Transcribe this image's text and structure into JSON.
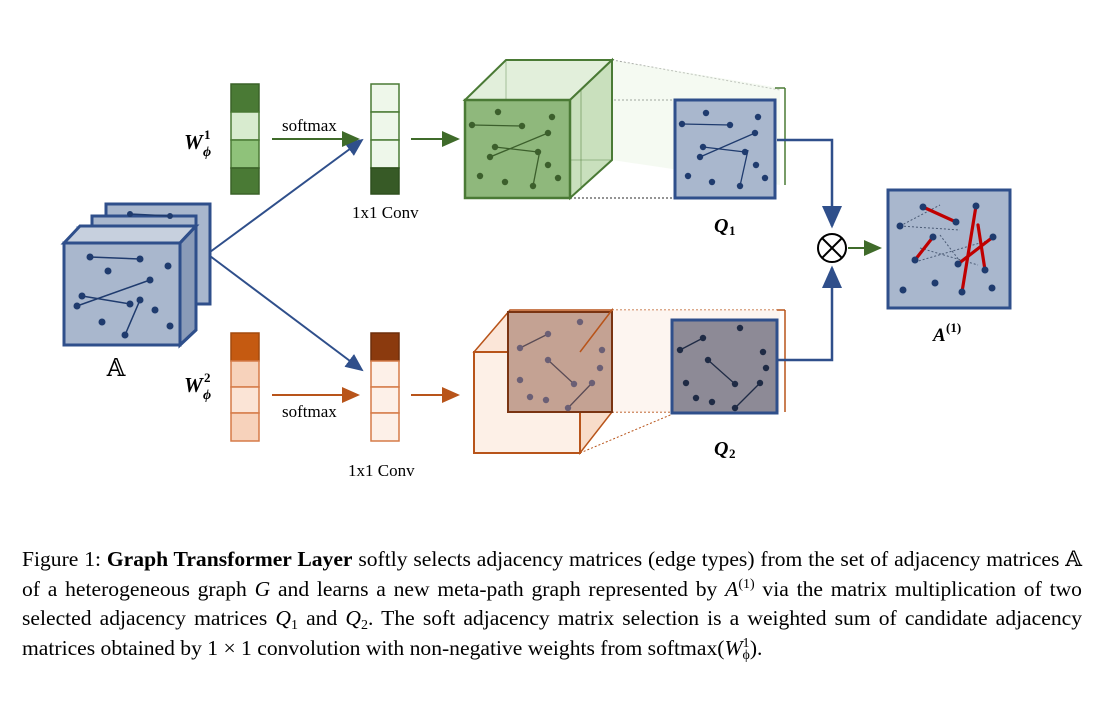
{
  "diagram": {
    "input_label": "𝔸",
    "weight_top": {
      "base": "W",
      "sup": "1",
      "sub": "ϕ"
    },
    "weight_bottom": {
      "base": "W",
      "sup": "2",
      "sub": "ϕ"
    },
    "softmax_label": "softmax",
    "conv_label": "1x1 Conv",
    "q1": {
      "base": "Q",
      "sub": "1"
    },
    "q2": {
      "base": "Q",
      "sub": "2"
    },
    "output": {
      "base": "A",
      "sup": "(1)"
    },
    "multiply_symbol": "⊗",
    "colors": {
      "blue": "#2f4f8b",
      "blue_fill": "#a9b7cd",
      "green_dark": "#4a7a35",
      "green_mid": "#8fc27a",
      "green_light": "#d8ebcf",
      "orange_dark": "#c55a11",
      "orange_light": "#f7d2bb",
      "brown": "#8b3a0e",
      "red": "#c00000"
    }
  },
  "caption": {
    "figure_label": "Figure 1:",
    "bold_title": "Graph Transformer Layer",
    "text_1": "softly selects adjacency matrices (edge types) from the set of adjacency matrices",
    "set_symbol": "𝔸",
    "text_2": "of a heterogeneous graph",
    "graph_symbol": "G",
    "text_3": "and learns a new meta-path graph represented by",
    "a_base": "A",
    "a_sup": "(1)",
    "text_4": "via the matrix multiplication of two selected adjacency matrices",
    "q_base_1": "Q",
    "q_sub_1": "1",
    "text_and": "and",
    "q_base_2": "Q",
    "q_sub_2": "2",
    "text_5": ". The soft adjacency matrix selection is a weighted sum of candidate adjacency matrices obtained by 1 × 1 convolution with non-negative weights from softmax(",
    "w_base": "W",
    "w_sup": "1",
    "w_sub": "ϕ",
    "text_end": ")."
  }
}
